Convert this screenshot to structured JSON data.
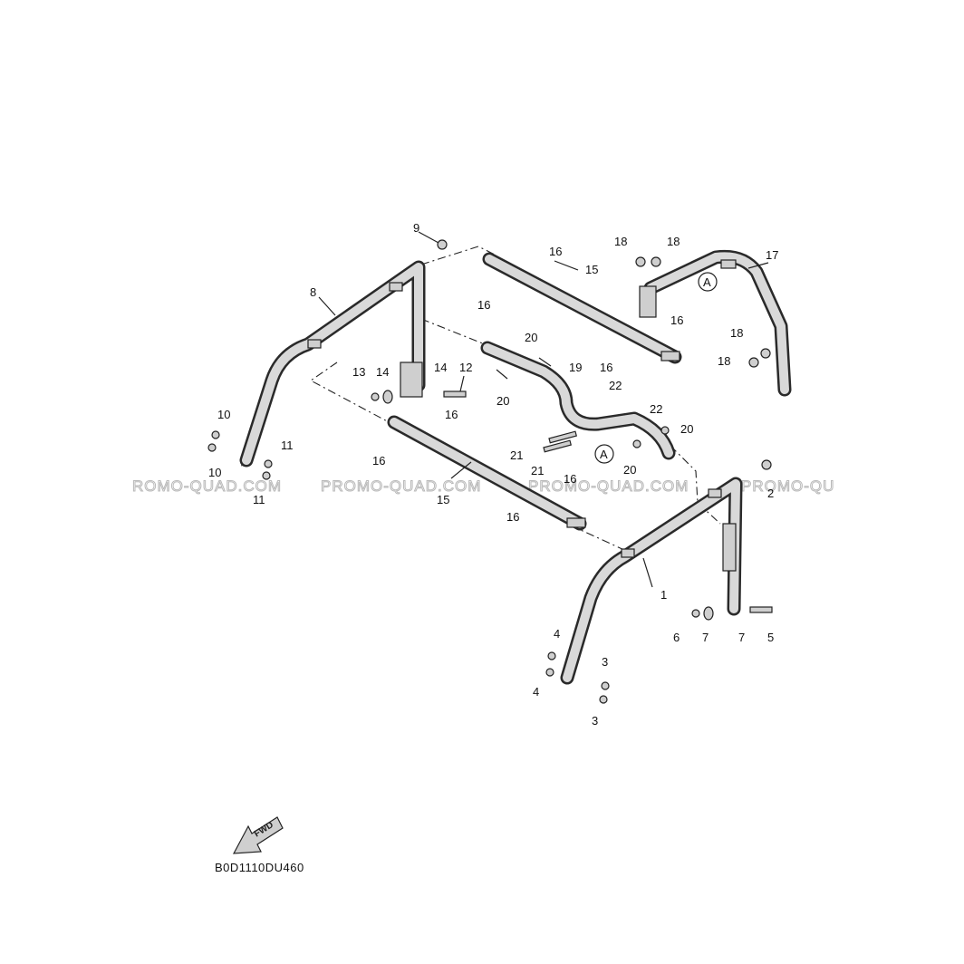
{
  "watermark": {
    "texts": [
      "ROMO-QUAD.COM",
      "PROMO-QUAD.COM",
      "PROMO-QUAD.COM",
      "PROMO-QU"
    ]
  },
  "diagram_code": "B0D1110DU460",
  "fwd_arrow_label": "FWD",
  "reference_marker": "A",
  "callouts": {
    "c1": "1",
    "c2": "2",
    "c3a": "3",
    "c3b": "3",
    "c4a": "4",
    "c4b": "4",
    "c5": "5",
    "c6": "6",
    "c7a": "7",
    "c7b": "7",
    "c8": "8",
    "c9": "9",
    "c10a": "10",
    "c10b": "10",
    "c11a": "11",
    "c11b": "11",
    "c12": "12",
    "c13": "13",
    "c14a": "14",
    "c14b": "14",
    "c15a": "15",
    "c15b": "15",
    "c16a": "16",
    "c16b": "16",
    "c16c": "16",
    "c16d": "16",
    "c16e": "16",
    "c16f": "16",
    "c16g": "16",
    "c17": "17",
    "c18a": "18",
    "c18b": "18",
    "c18c": "18",
    "c18d": "18",
    "c19": "19",
    "c20a": "20",
    "c20b": "20",
    "c20c": "20",
    "c20d": "20",
    "c21a": "21",
    "c21b": "21",
    "c22a": "22",
    "c22b": "22"
  }
}
